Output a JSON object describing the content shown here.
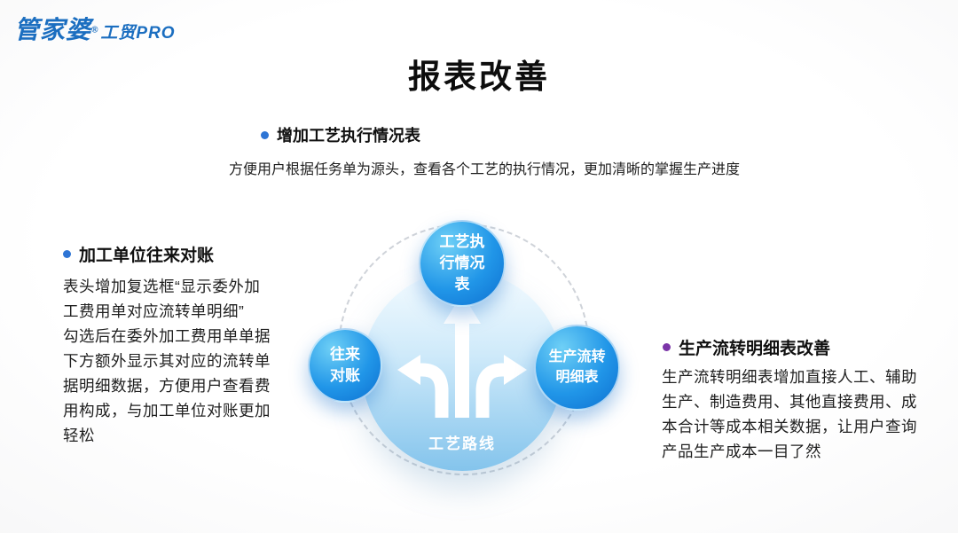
{
  "logo": {
    "brand": "管家婆",
    "reg": "®",
    "product": "工贸PRO"
  },
  "title": "报表改善",
  "feature_top": {
    "heading": "增加工艺执行情况表",
    "body": "方便用户根据任务单为源头，查看各个工艺的执行情况，更加清晰的掌握生产进度"
  },
  "feature_left": {
    "heading": "加工单位往来对账",
    "body": "表头增加复选框“显示委外加\n工费用单对应流转单明细”\n勾选后在委外加工费用单单据\n下方额外显示其对应的流转单\n据明细数据，方便用户查看费\n用构成，与加工单位对账更加\n轻松"
  },
  "feature_right": {
    "heading": "生产流转明细表改善",
    "body": "生产流转明细表增加直接人工、辅助\n生产、制造费用、其他直接费用、成\n本合计等成本相关数据，让用户查询\n产品生产成本一目了然"
  },
  "diagram": {
    "top_node": "工艺执\n行情况\n表",
    "left_node": "往来\n对账",
    "right_node": "生产流转\n明细表",
    "center_label": "工艺路线"
  },
  "colors": {
    "brand_blue": "#1b6ec0",
    "accent_blue": "#2e75d5",
    "accent_purple": "#7b35a8",
    "node_blue_light": "#6fd0f6",
    "node_blue_dark": "#0d6fd0"
  }
}
